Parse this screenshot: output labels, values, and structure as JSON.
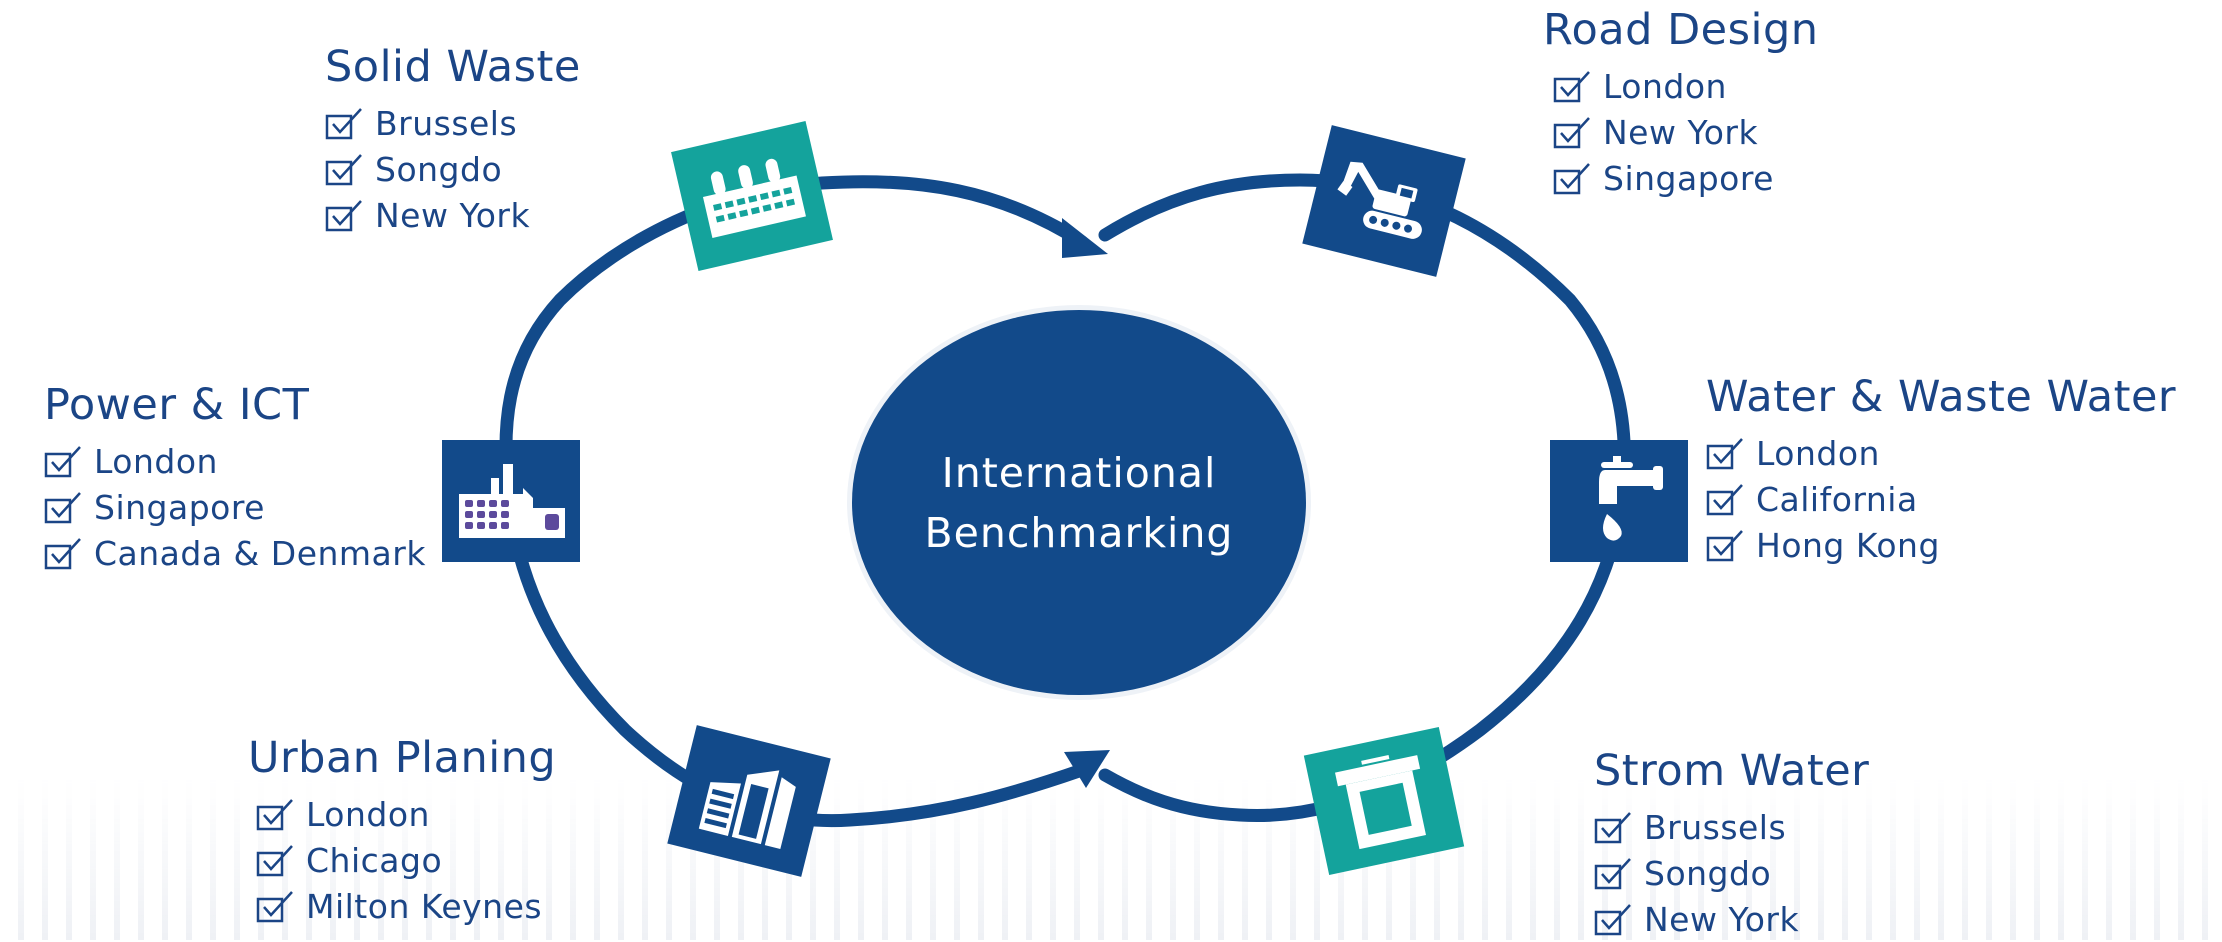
{
  "center": {
    "line1": "International",
    "line2": "Benchmarking"
  },
  "colors": {
    "navy": "#124a8a",
    "teal": "#14a39c",
    "text": "#1b4586"
  },
  "groups": {
    "solid_waste": {
      "title": "Solid Waste",
      "icon": "factory-chimneys-icon",
      "items": [
        "Brussels",
        "Songdo",
        "New York"
      ]
    },
    "road_design": {
      "title": "Road Design",
      "icon": "excavator-icon",
      "items": [
        "London",
        "New York",
        "Singapore"
      ]
    },
    "power_ict": {
      "title": "Power & ICT",
      "icon": "power-plant-icon",
      "items": [
        "London",
        "Singapore",
        "Canada & Denmark"
      ]
    },
    "water": {
      "title": "Water & Waste Water",
      "icon": "faucet-icon",
      "items": [
        "London",
        "California",
        "Hong Kong"
      ]
    },
    "urban": {
      "title": "Urban Planing",
      "icon": "buildings-icon",
      "items": [
        "London",
        "Chicago",
        "Milton Keynes"
      ]
    },
    "storm": {
      "title": "Strom Water",
      "icon": "water-tank-icon",
      "items": [
        "Brussels",
        "Songdo",
        "New York"
      ]
    }
  }
}
